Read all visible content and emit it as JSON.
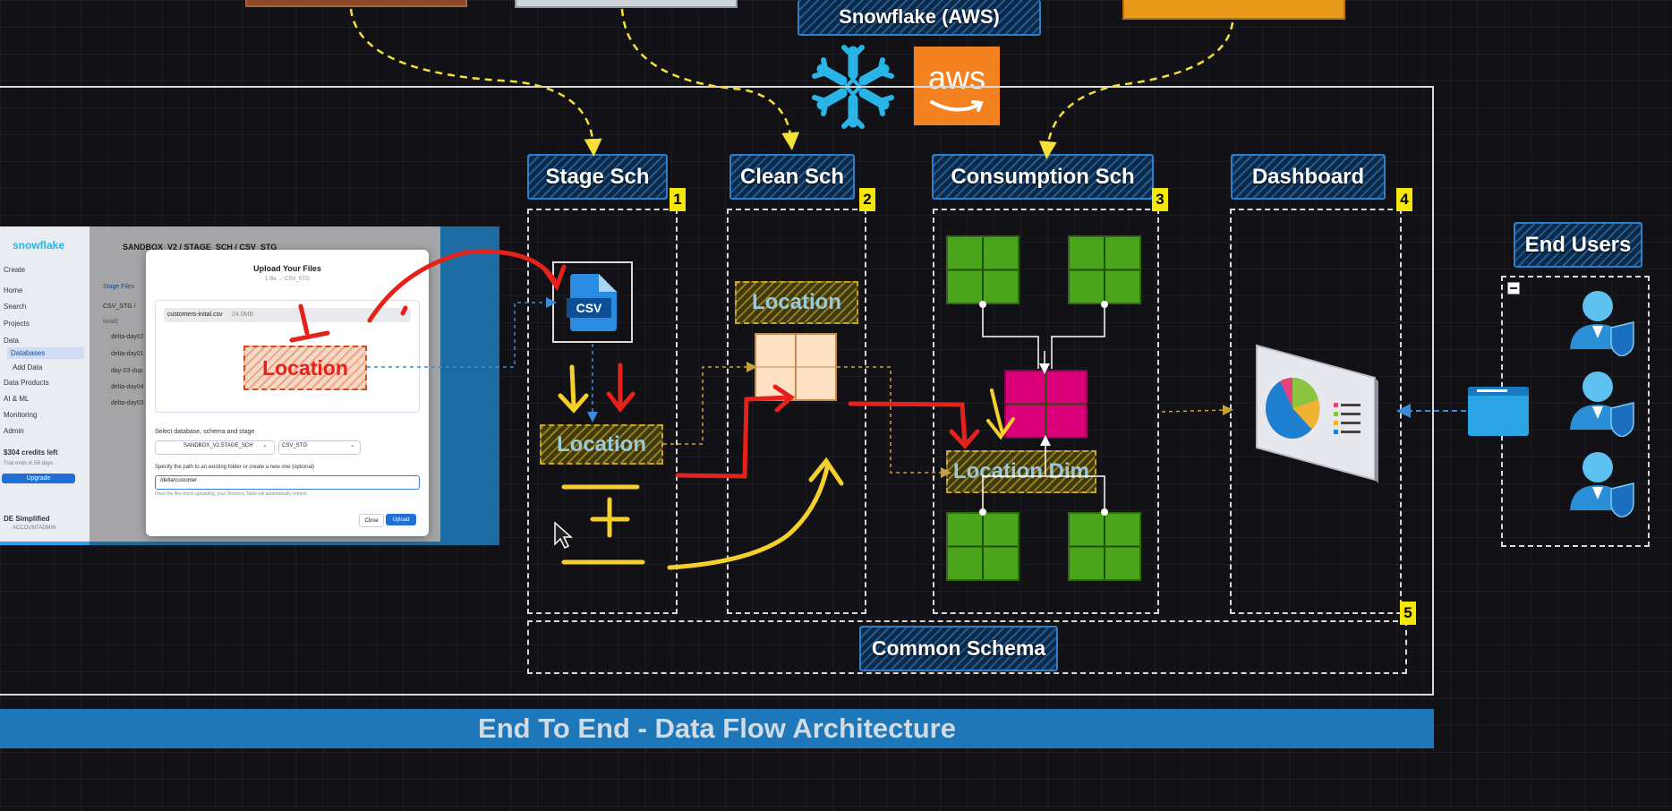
{
  "header": {
    "snowflake_label": "Snowflake (AWS)",
    "aws_logo_text": "aws"
  },
  "columns": [
    {
      "title": "Stage Sch",
      "badge": "1"
    },
    {
      "title": "Clean Sch",
      "badge": "2"
    },
    {
      "title": "Consumption Sch",
      "badge": "3"
    },
    {
      "title": "Dashboard",
      "badge": "4"
    }
  ],
  "common": {
    "title": "Common Schema",
    "badge": "5"
  },
  "end_users": {
    "title": "End Users"
  },
  "stage": {
    "file_icon_text": "CSV",
    "location_label": "Location"
  },
  "clean": {
    "location_label": "Location"
  },
  "consumption": {
    "dim_label": "Location Dim"
  },
  "screenshot": {
    "brand": "snowflake",
    "breadcrumb": "SANDBOX_V2 / STAGE_SCH / CSV_STG",
    "sidebar_items": [
      "Create",
      "Home",
      "Search",
      "Projects",
      "Data",
      "Databases",
      "Add Data",
      "Data Products",
      "AI & ML",
      "Monitoring",
      "Admin"
    ],
    "credits": "$304 credits left",
    "trial": "Trial ends in 58 days",
    "upgrade": "Upgrade",
    "account_name": "DE Simplified",
    "account_role": "ACCOUNTADMIN",
    "bg_tabs": [
      "Stage Files"
    ],
    "bg_path": "CSV_STG /",
    "bg_col": "NAME",
    "bg_files": [
      "delta-day02",
      "delta-day01",
      "day-03-dup",
      "delta-day04",
      "delta-day03"
    ],
    "dialog_title": "Upload Your Files",
    "dialog_subtitle": "1 file → CSV_STG",
    "file_name": "customers-inital.csv",
    "file_size": "24.0MB",
    "location_annotation": "Location",
    "select_label": "Select database, schema and stage",
    "schema_select": "SANDBOX_V2.STAGE_SCH",
    "stage_select": "CSV_STG",
    "path_label": "Specify the path to an existing folder or create a new one (optional)",
    "path_value": "/delta/customer",
    "path_hint": "Once the files finish uploading, your Directory Table will automatically refresh.",
    "close_btn": "Close",
    "upload_btn": "Upload"
  },
  "footer": {
    "banner": "End To End - Data Flow Architecture"
  },
  "colors": {
    "accent_blue": "#1d77b8",
    "location_red": "#e4221b",
    "arrow_yellow": "#f5d02c",
    "green_table": "#4aa41c",
    "magenta_table": "#d9007a",
    "aws_orange": "#f58220"
  }
}
